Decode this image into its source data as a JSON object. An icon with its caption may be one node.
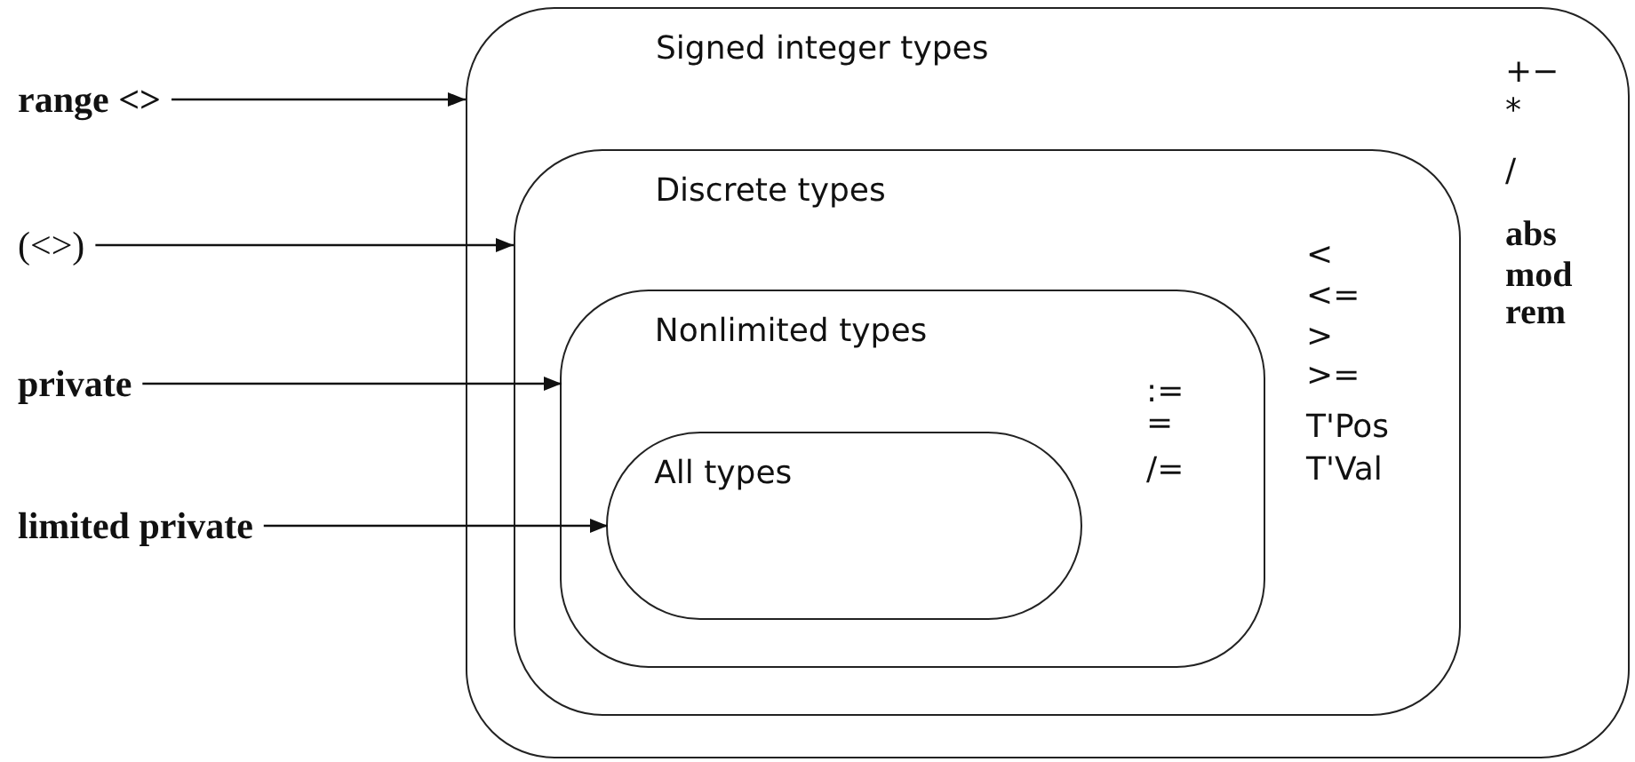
{
  "diagram": {
    "nodes": [
      {
        "text": [
          "Signed integer types"
        ]
      },
      {
        "text": [
          "Discrete types"
        ],
        "in": 0
      },
      {
        "text": [
          "Nonlimited types"
        ],
        "in": 1
      },
      {
        "text": [
          "All types"
        ],
        "in": 2
      },
      {
        "text": [
          "**range** <>"
        ]
      },
      {
        "text": [
          "(<>)"
        ]
      },
      {
        "text": [
          "private"
        ]
      },
      {
        "text": [
          "limited private"
        ]
      }
    ],
    "edges": [
      {
        "from": 4,
        "to": 0,
        "arrow": "to"
      },
      {
        "from": 5,
        "to": 1,
        "arrow": "to"
      },
      {
        "from": 6,
        "to": 2,
        "arrow": "to"
      },
      {
        "from": 7,
        "to": 3,
        "arrow": "to"
      }
    ],
    "labels": [
      "+−",
      "*",
      "/",
      "abs",
      "mod",
      "rem",
      "<",
      "<=",
      ">",
      ">=",
      "T'Pos",
      "T'Val",
      ":=",
      "=",
      "/="
    ]
  }
}
